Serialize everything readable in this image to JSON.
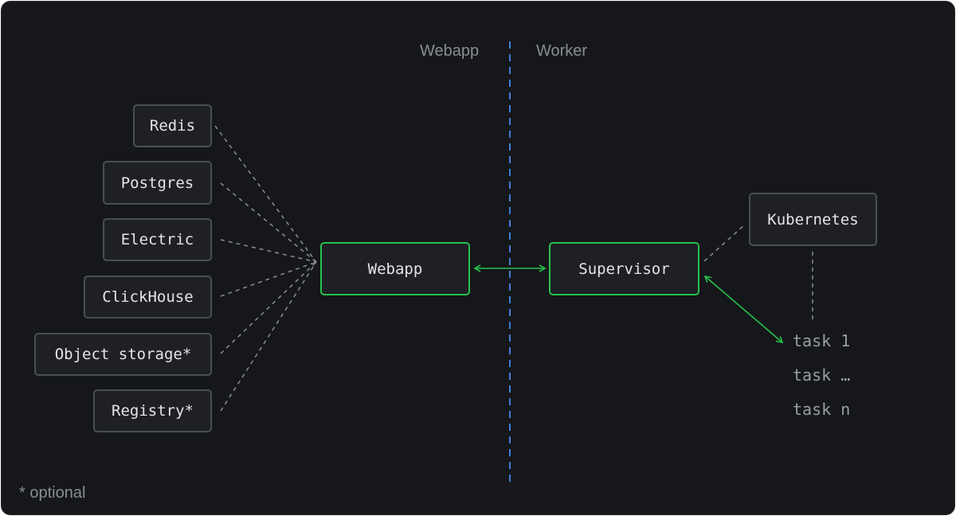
{
  "zones": {
    "left_label": "Webapp",
    "right_label": "Worker"
  },
  "services": [
    {
      "label": "Redis"
    },
    {
      "label": "Postgres"
    },
    {
      "label": "Electric"
    },
    {
      "label": "ClickHouse"
    },
    {
      "label": "Object storage*"
    },
    {
      "label": "Registry*"
    }
  ],
  "core": {
    "webapp_label": "Webapp",
    "supervisor_label": "Supervisor",
    "kubernetes_label": "Kubernetes"
  },
  "tasks": [
    "task 1",
    "task …",
    "task n"
  ],
  "footnote": "* optional",
  "colors": {
    "background": "#15171b",
    "box_border": "#4a4d55",
    "accent_green": "#27c24c",
    "divider_blue": "#3f7fd8",
    "connector_gray": "#8a8d94"
  }
}
